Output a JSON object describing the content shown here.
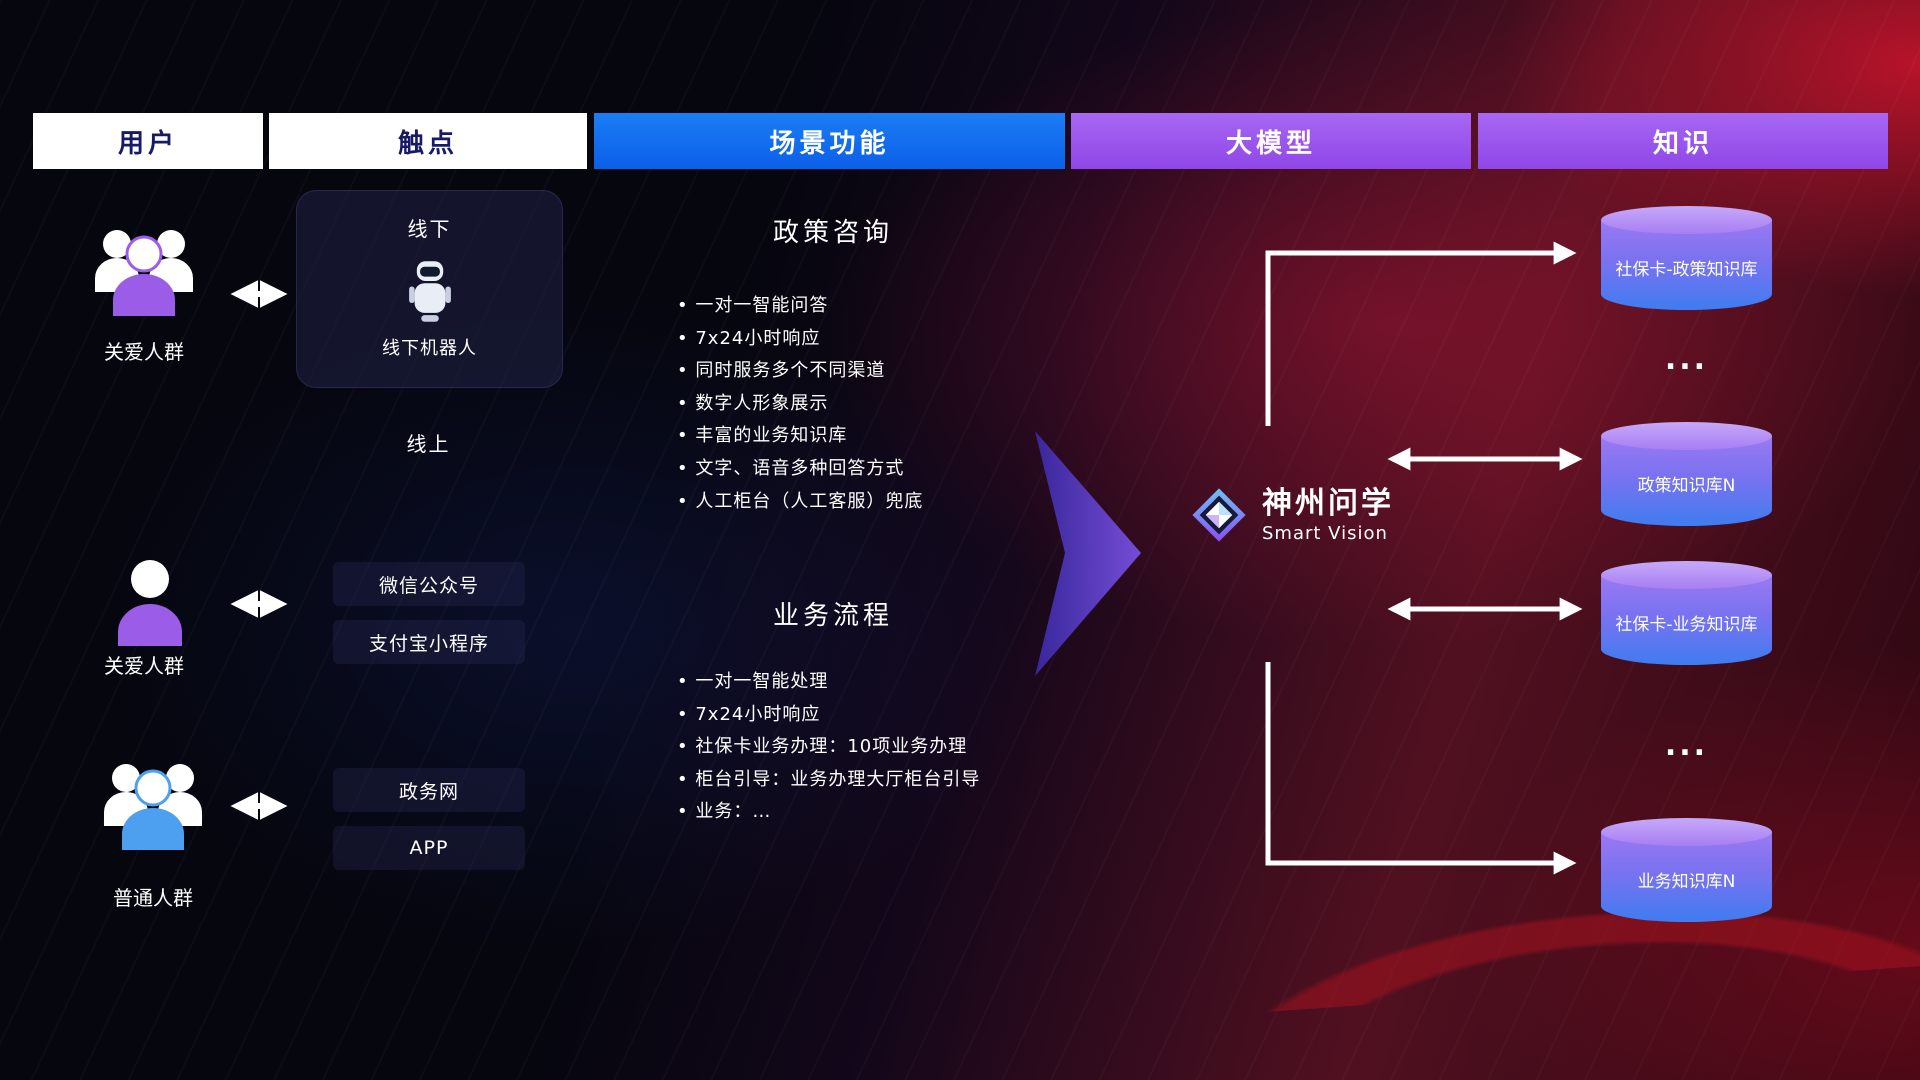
{
  "header": {
    "cols": [
      {
        "label": "用户"
      },
      {
        "label": "触点"
      },
      {
        "label": "场景功能"
      },
      {
        "label": "大模型"
      },
      {
        "label": "知识"
      }
    ]
  },
  "users": [
    {
      "label": "关爱人群"
    },
    {
      "label": "关爱人群"
    },
    {
      "label": "普通人群"
    }
  ],
  "touchpoints": {
    "offline_title": "线下",
    "offline_robot": "线下机器人",
    "online_title": "线上",
    "wechat": "微信公众号",
    "alipay": "支付宝小程序",
    "govnet": "政务网",
    "app": "APP"
  },
  "scenarios": {
    "policy": {
      "title": "政策咨询",
      "items": [
        "一对一智能问答",
        "7x24小时响应",
        "同时服务多个不同渠道",
        "数字人形象展示",
        "丰富的业务知识库",
        "文字、语音多种回答方式",
        "人工柜台（人工客服）兜底"
      ]
    },
    "business": {
      "title": "业务流程",
      "items": [
        "一对一智能处理",
        "7x24小时响应",
        "社保卡业务办理：10项业务办理",
        "柜台引导：业务办理大厅柜台引导",
        "业务：…"
      ]
    }
  },
  "model": {
    "name": "神州问学",
    "subtitle": "Smart Vision"
  },
  "knowledge": {
    "k1": "社保卡-政策知识库",
    "dots1": "...",
    "k2": "政策知识库N",
    "k3": "社保卡-业务知识库",
    "dots2": "...",
    "k4": "业务知识库N"
  },
  "colors": {
    "header_dark_text": "#171a66",
    "header_blue_bg": "#0f6ef0",
    "header_purple_bg": "#9b57ee",
    "accent_purple": "#9b5ce8",
    "accent_blue": "#4da0f0",
    "arrow_white": "#ffffff",
    "cylinder_top": "#b495f5",
    "cylinder_bottom": "#3f7cf0",
    "bg_red": "#7d0f1e",
    "bg_dark": "#06060c"
  }
}
